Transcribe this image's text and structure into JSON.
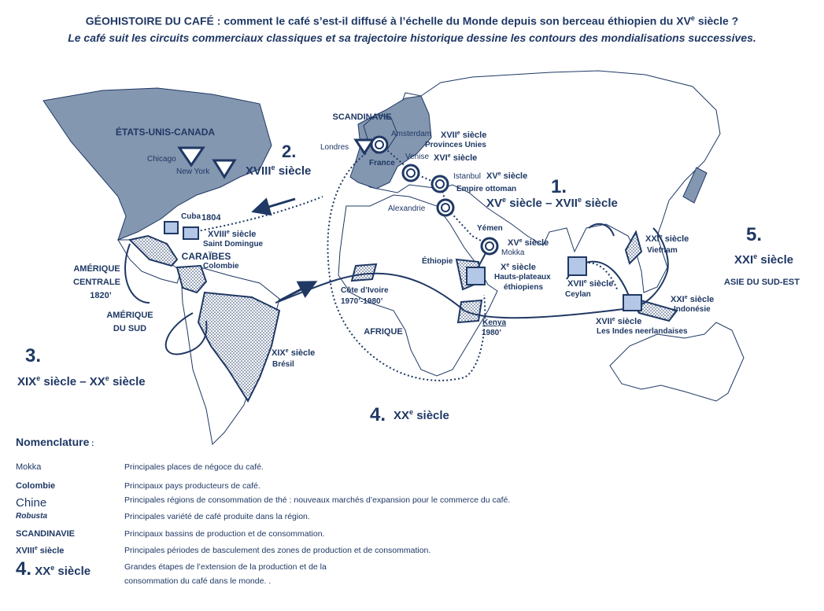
{
  "header": {
    "title_main": "GÉOHISTOIRE DU CAFÉ : comment le café s’est-il diffusé à l’échelle du Monde depuis son berceau éthiopien du XV",
    "title_sup": "e",
    "title_end": " siècle ?",
    "subtitle": "Le café suit les circuits commerciaux classiques et sa trajectoire historique dessine les contours des mondialisations successives."
  },
  "colors": {
    "navy": "#1f3864",
    "consumption_fill": "#8497b0",
    "producer_fill": "#b4c7e7"
  },
  "map": {
    "regions": {
      "us_canada": "ÉTATS-UNIS-CANADA",
      "scandinavia": "SCANDINAVIE",
      "central_america": "AMÉRIQUE",
      "central_america_2": "CENTRALE",
      "central_america_date": "1820’",
      "south_america": "AMÉRIQUE",
      "south_america_2": "DU SUD",
      "africa": "AFRIQUE",
      "southeast_asia": "ASIE DU SUD-EST",
      "caribbean": "CARAÏBES"
    },
    "trade_places": {
      "chicago": "Chicago",
      "new_york": "New York",
      "london": "Londres",
      "amsterdam": "Amsterdam",
      "venice": "Venise",
      "istanbul": "Istanbul",
      "alexandria": "Alexandrie",
      "mokka": "Mokka",
      "france": "France"
    },
    "labels": {
      "amsterdam_period_a": "XVII",
      "amsterdam_period_b": " siècle",
      "provinces_unies": "Provinces Unies",
      "venice_period_a": "XVI",
      "venice_period_b": " siècle",
      "istanbul_period_a": "XV",
      "istanbul_period_b": " siècle",
      "ottoman": "Empire ottoman",
      "yemen": "Yémen",
      "yemen_period_a": "XV",
      "yemen_period_b": " siècle",
      "ethiopia": "Éthiopie",
      "ethiopia_period_a": "X",
      "ethiopia_period_b": " siècle",
      "highlands_1": "Hauts-plateaux",
      "highlands_2": "éthiopiens",
      "cuba": "Cuba",
      "cuba_date": "1804",
      "saint_domingue_period_a": "XVIII",
      "saint_domingue_period_b": " siècle",
      "saint_domingue": "Saint Domingue",
      "colombia": "Colombie",
      "brazil_period_a": "XIX",
      "brazil_period_b": " siècle",
      "brazil": "Brésil",
      "cote_ivoire": "Côte d’Ivoire",
      "cote_ivoire_date": "1970’-1980’",
      "kenya": "Kenya",
      "kenya_date": "1980’",
      "ceylon_period_a": "XVII",
      "ceylon_period_b": " siècle",
      "ceylon": "Ceylan",
      "indes_period_a": "XVII",
      "indes_period_b": " siècle",
      "indes": "Les Indes neerlandaises",
      "vietnam_period_a": "XXI",
      "vietnam_period_b": " siècle",
      "vietnam": "Vietnam",
      "indonesia_period_a": "XXI",
      "indonesia_period_b": " siècle",
      "indonesia": "Indonésie",
      "sup_e": "e"
    },
    "stages": [
      {
        "num": "1.",
        "text_a": "XV",
        "text_b": " siècle – XVII",
        "text_c": " siècle"
      },
      {
        "num": "2.",
        "text_a": "XVIII",
        "text_b": " siècle"
      },
      {
        "num": "3.",
        "text_a": "XIX",
        "text_b": " siècle – XX",
        "text_c": " siècle"
      },
      {
        "num": "4.",
        "text_a": "XX",
        "text_b": " siècle"
      },
      {
        "num": "5.",
        "text_a": "XXI",
        "text_b": " siècle"
      }
    ]
  },
  "legend": {
    "heading": "Nomenclature",
    "heading_colon": " :",
    "rows": [
      {
        "key": "Mokka",
        "desc": "Principales places de négoce du café."
      },
      {
        "key": "Colombie",
        "desc": "Principaux pays producteurs de café."
      },
      {
        "key": "Chine",
        "desc": "Principales régions de consommation de thé : nouveaux marchés d’expansion pour le commerce du café."
      },
      {
        "key": "Robusta",
        "desc": "Principales variété de café produite dans la région."
      },
      {
        "key": "SCANDINAVIE",
        "desc": "Principaux bassins de production et de consommation."
      },
      {
        "key_a": "XVIII",
        "key_b": " siècle",
        "desc": "Principales périodes de basculement des zones de production et de consommation."
      },
      {
        "key_num": "4.",
        "key_a": "XX",
        "key_b": " siècle",
        "desc_1": "Grandes étapes de l’extension de la production et de la",
        "desc_2": "consommation du café dans le monde. ."
      }
    ]
  }
}
